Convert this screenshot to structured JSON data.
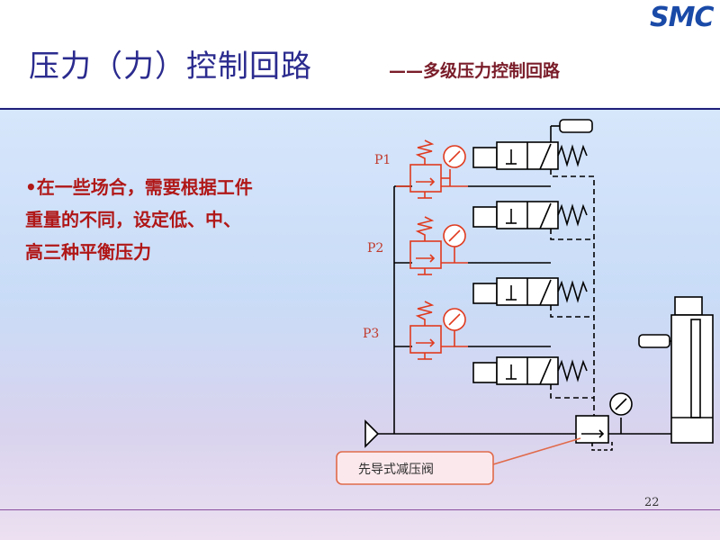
{
  "header": {
    "title": "压力（力）控制回路",
    "subtitle": "——多级压力控制回路",
    "logo": "SMC"
  },
  "bullet": {
    "line1": "•在一些场合，需要根据工件",
    "line2": "重量的不同，设定低、中、",
    "line3": "高三种平衡压力"
  },
  "diagram": {
    "labels": {
      "p1": "P1",
      "p2": "P2",
      "p3": "P3"
    },
    "callout": "先导式减压阀",
    "colors": {
      "line": "#000000",
      "regulator": "#e03a1e",
      "callout_border": "#e06a4a",
      "callout_fill": "#fbe8ec"
    }
  },
  "footer": {
    "page": "22"
  }
}
